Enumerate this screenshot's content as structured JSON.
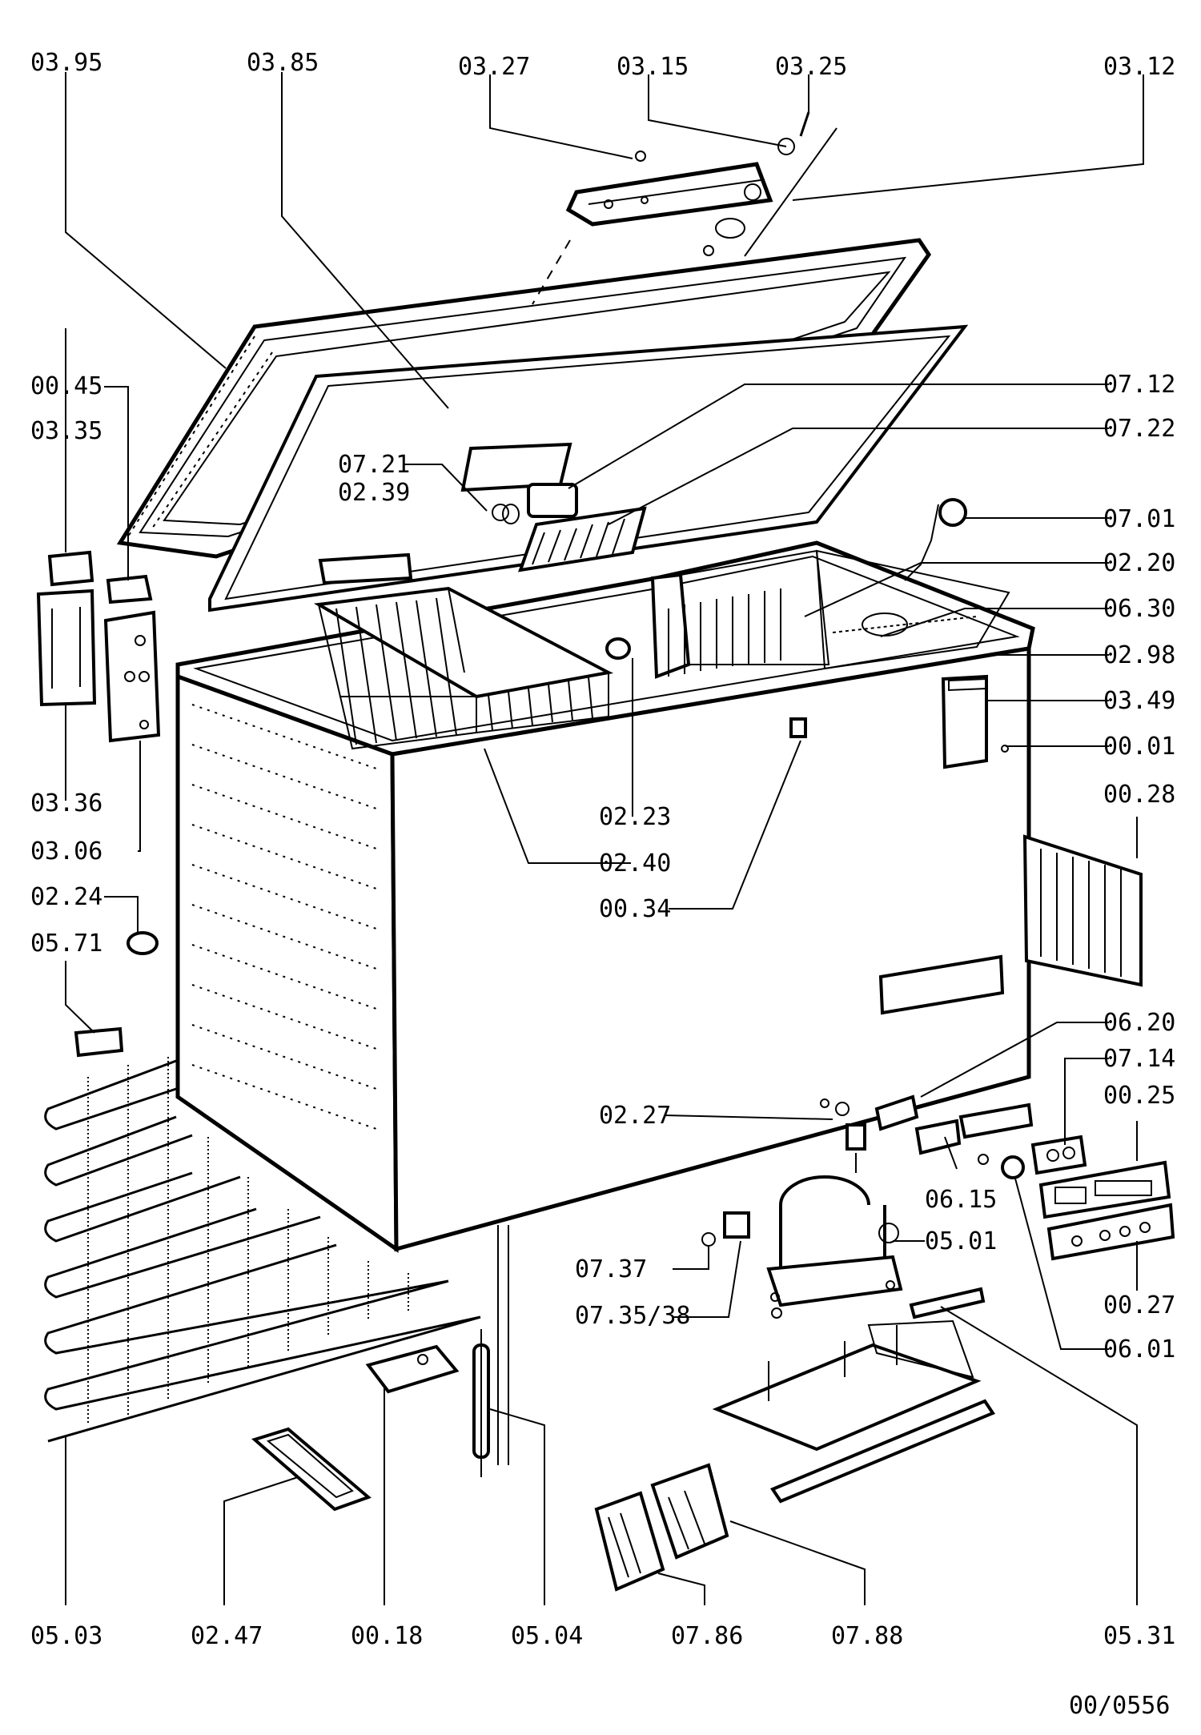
{
  "labels": {
    "l0395": "03.95",
    "l0385": "03.85",
    "l0327": "03.27",
    "l0315": "03.15",
    "l0325": "03.25",
    "l0312": "03.12",
    "l0045": "00.45",
    "l0335": "03.35",
    "l0721": "07.21",
    "l0239": "02.39",
    "l0712": "07.12",
    "l0722": "07.22",
    "l0701": "07.01",
    "l0220": "02.20",
    "l0630": "06.30",
    "l0298": "02.98",
    "l0349": "03.49",
    "l0001": "00.01",
    "l0336": "03.36",
    "l0306": "03.06",
    "l0223": "02.23",
    "l0240": "02.40",
    "l0028": "00.28",
    "l0224": "02.24",
    "l0571": "05.71",
    "l0034": "00.34",
    "l0620": "06.20",
    "l0714": "07.14",
    "l0025": "00.25",
    "l0227": "02.27",
    "l0615": "06.15",
    "l0501": "05.01",
    "l0737": "07.37",
    "l073538": "07.35/38",
    "l0027": "00.27",
    "l0601": "06.01",
    "l0503": "05.03",
    "l0247": "02.47",
    "l0018": "00.18",
    "l0504": "05.04",
    "l0786": "07.86",
    "l0788": "07.88",
    "l0531": "05.31"
  },
  "drawing_number": "00/0556"
}
